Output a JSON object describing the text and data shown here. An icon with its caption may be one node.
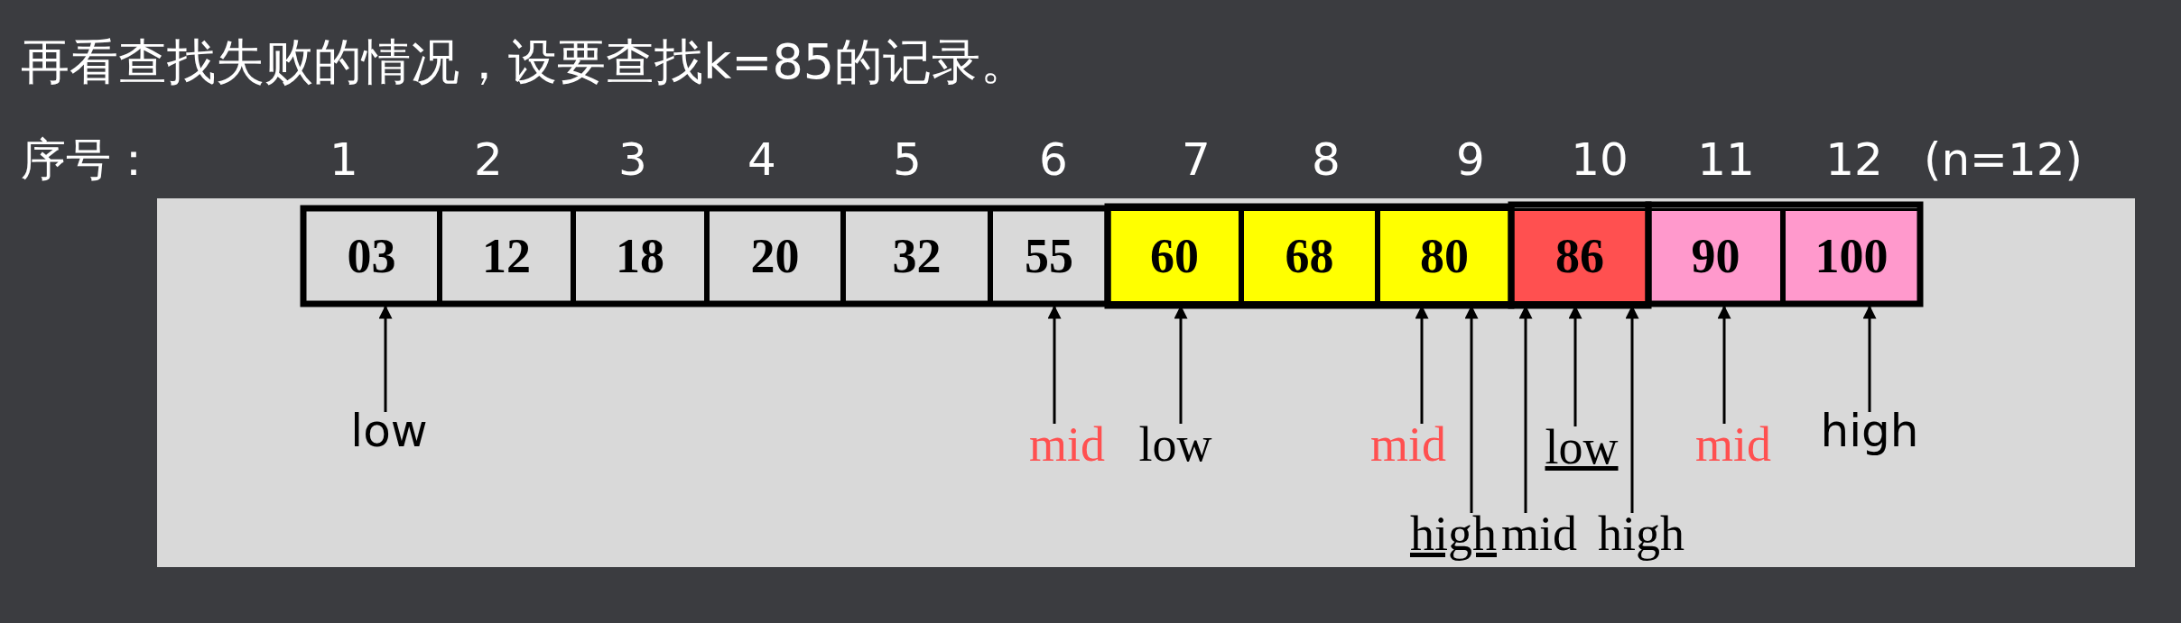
{
  "diagram": {
    "title": "再看查找失败的情况，设要查找k=85的记录。",
    "nodes": [
      {
        "text": [
          "03"
        ]
      },
      {
        "text": [
          "12"
        ]
      },
      {
        "text": [
          "18"
        ]
      },
      {
        "text": [
          "20"
        ]
      },
      {
        "text": [
          "32"
        ]
      },
      {
        "text": [
          "55"
        ]
      },
      {
        "text": [
          "60"
        ]
      },
      {
        "text": [
          "68"
        ]
      },
      {
        "text": [
          "80"
        ]
      },
      {
        "text": [
          "86"
        ]
      },
      {
        "text": [
          "90"
        ]
      },
      {
        "text": [
          "100"
        ]
      },
      {
        "text": [
          "low"
        ]
      },
      {
        "text": [
          "mid"
        ]
      },
      {
        "text": [
          "low"
        ]
      },
      {
        "text": [
          "mid"
        ]
      },
      {
        "text": [
          "high"
        ]
      },
      {
        "text": [
          "mid"
        ]
      },
      {
        "text": [
          "low"
        ]
      },
      {
        "text": [
          "high"
        ]
      },
      {
        "text": [
          "mid"
        ]
      },
      {
        "text": [
          "high"
        ]
      }
    ],
    "edges": [
      {
        "from": 12,
        "to": 0,
        "arrow": "to"
      },
      {
        "from": 13,
        "to": 5,
        "arrow": "to"
      },
      {
        "from": 14,
        "to": 6,
        "arrow": "to"
      },
      {
        "from": 15,
        "to": 8,
        "arrow": "to"
      },
      {
        "from": 16,
        "to": 8,
        "arrow": "to"
      },
      {
        "from": 17,
        "to": 9,
        "arrow": "to"
      },
      {
        "from": 18,
        "to": 9,
        "arrow": "to"
      },
      {
        "from": 19,
        "to": 9,
        "arrow": "to"
      },
      {
        "from": 20,
        "to": 10,
        "arrow": "to"
      },
      {
        "from": 21,
        "to": 11,
        "arrow": "to"
      }
    ],
    "labels": [
      "序号：",
      "1",
      "2",
      "3",
      "4",
      "5",
      "6",
      "7",
      "8",
      "9",
      "10",
      "11",
      "12",
      "(n=12)"
    ]
  }
}
